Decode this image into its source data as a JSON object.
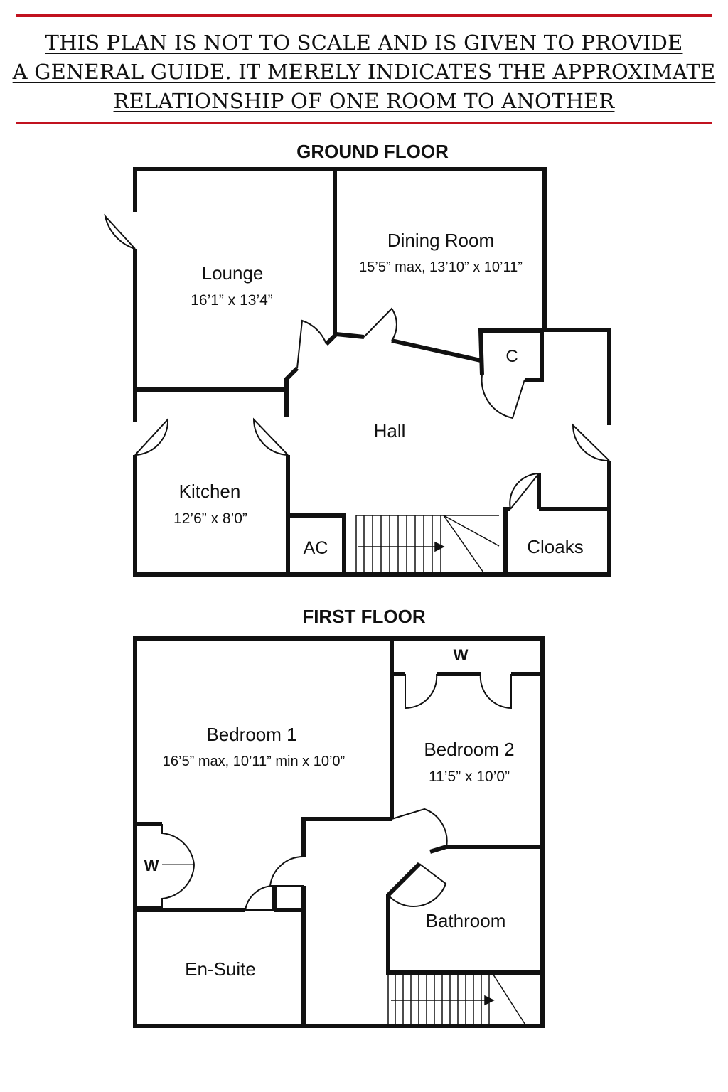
{
  "disclaimer": {
    "lines": [
      "THIS PLAN IS NOT TO SCALE AND IS GIVEN TO PROVIDE",
      "A GENERAL GUIDE. IT MERELY INDICATES THE APPROXIMATE",
      "RELATIONSHIP OF ONE ROOM TO ANOTHER"
    ]
  },
  "colors": {
    "accent_line": "#c1121f",
    "wall": "#111111",
    "background": "#ffffff"
  },
  "ground_floor": {
    "title": "GROUND FLOOR",
    "lounge": {
      "name": "Lounge",
      "size": "16’1” x 13’4”"
    },
    "dining": {
      "name": "Dining Room",
      "size": "15’5” max, 13’10” x 10’11”"
    },
    "cupboard": "C",
    "hall": "Hall",
    "kitchen": {
      "name": "Kitchen",
      "size": "12’6” x 8’0”"
    },
    "ac": "AC",
    "cloaks": "Cloaks"
  },
  "first_floor": {
    "title": "FIRST FLOOR",
    "bedroom1": {
      "name": "Bedroom 1",
      "size": "16’5” max, 10’11” min x 10’0”"
    },
    "bedroom2": {
      "name": "Bedroom 2",
      "size": "11’5” x 10’0”"
    },
    "wardrobe_top": "W",
    "wardrobe_left": "W",
    "bathroom": "Bathroom",
    "ensuite": "En-Suite"
  }
}
